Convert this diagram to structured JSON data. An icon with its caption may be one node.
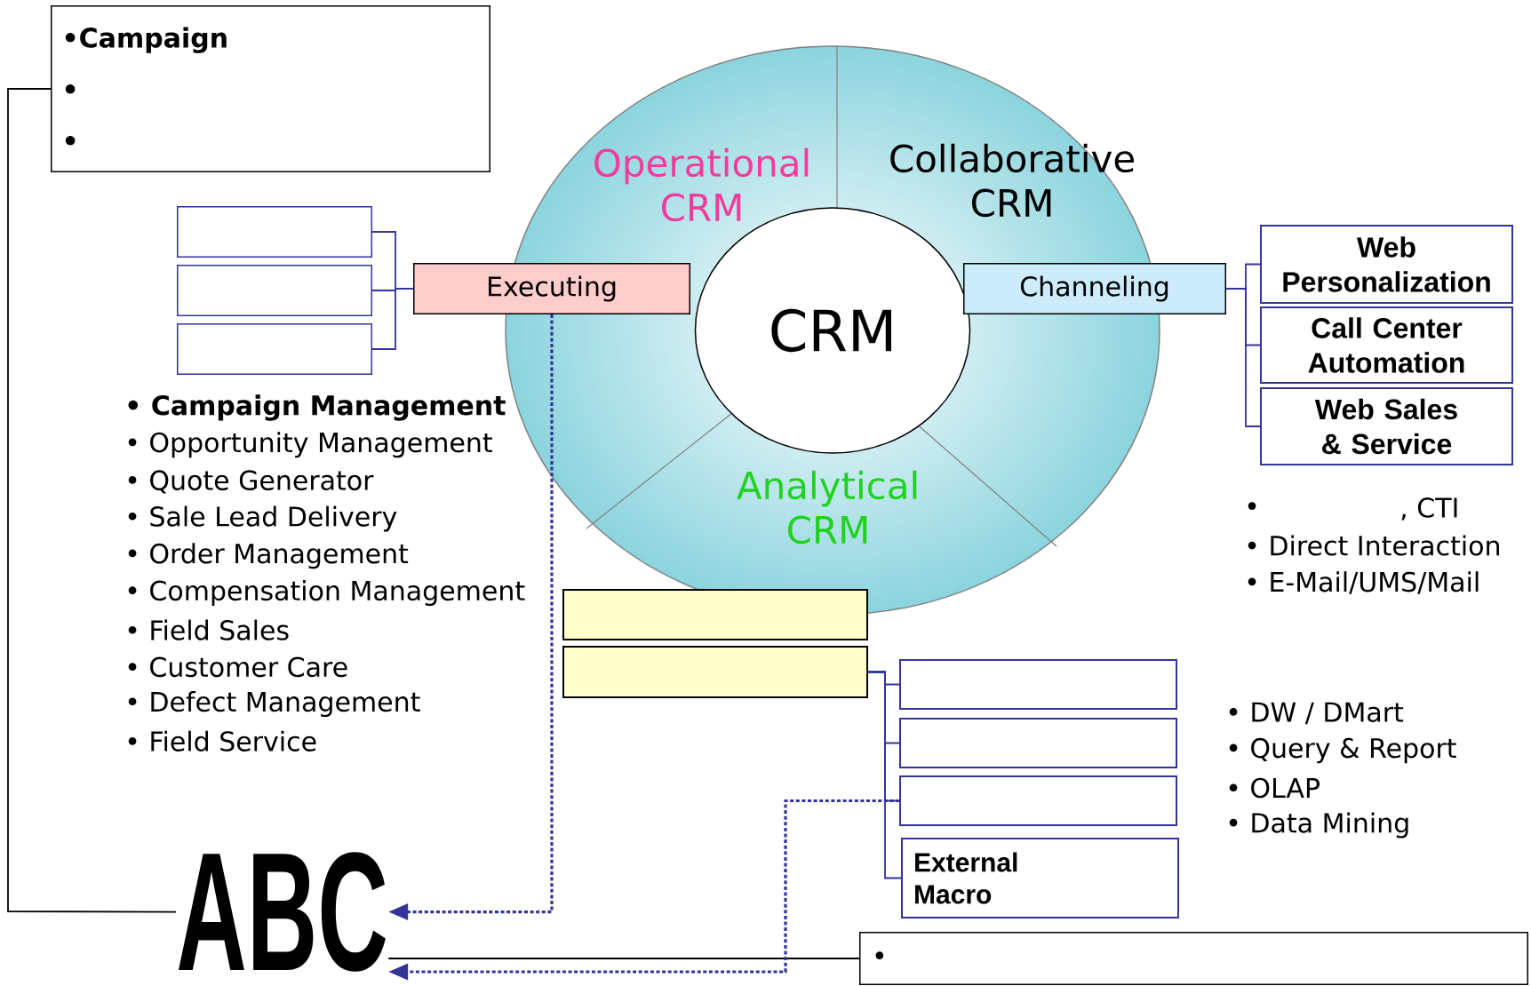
{
  "diagram": {
    "nodes": [
      {
        "text": [
          "•Campaign",
          "•",
          "•"
        ]
      },
      {
        "text": [
          "Operational CRM",
          "Collaborative CRM",
          "Analytical CRM"
        ]
      },
      {
        "text": [
          "CRM"
        ],
        "in": 1
      },
      {
        "text": [],
        "shape": "box"
      },
      {
        "text": [],
        "shape": "box"
      },
      {
        "text": [],
        "shape": "box"
      },
      {
        "text": [
          "Executing"
        ]
      },
      {
        "text": [
          "Channeling"
        ]
      },
      {
        "text": [
          "Web Personalization"
        ]
      },
      {
        "text": [
          "Call Center Automation"
        ]
      },
      {
        "text": [
          "Web Sales & Service"
        ]
      },
      {
        "text": [],
        "shape": "box"
      },
      {
        "text": [],
        "shape": "box"
      },
      {
        "text": [],
        "shape": "box"
      },
      {
        "text": [],
        "shape": "box"
      },
      {
        "text": [],
        "shape": "box"
      },
      {
        "text": [
          "External Macro"
        ]
      },
      {
        "text": [
          "ABC"
        ]
      },
      {
        "text": [
          "•"
        ]
      }
    ],
    "edges": [
      {
        "from": 0,
        "to": 17,
        "arrow": "none",
        "color": "#000000"
      },
      {
        "from": 18,
        "to": 17,
        "arrow": "none",
        "color": "#000000"
      },
      {
        "from": 6,
        "to": 17,
        "arrow": "to",
        "style": "dashed"
      },
      {
        "from": 15,
        "to": 17,
        "arrow": "to",
        "style": "dashed"
      },
      {
        "from": 3,
        "to": 6,
        "arrow": "none"
      },
      {
        "from": 4,
        "to": 6,
        "arrow": "none"
      },
      {
        "from": 5,
        "to": 6,
        "arrow": "none"
      },
      {
        "from": 7,
        "to": 8,
        "arrow": "none"
      },
      {
        "from": 7,
        "to": 9,
        "arrow": "none"
      },
      {
        "from": 7,
        "to": 10,
        "arrow": "none"
      },
      {
        "from": 12,
        "to": 13,
        "arrow": "none"
      },
      {
        "from": 12,
        "to": 14,
        "arrow": "none"
      },
      {
        "from": 12,
        "to": 15,
        "arrow": "none"
      },
      {
        "from": 12,
        "to": 16,
        "arrow": "none"
      }
    ],
    "labels": [
      "• Campaign Management",
      "• Opportunity Management",
      "• Quote Generator",
      "• Sale Lead Delivery",
      "• Order Management",
      "• Compensation Management",
      "• Field Sales",
      "• Customer Care",
      "• Defect Management",
      "• Field Service",
      "•",
      ", CTI",
      "• Direct Interaction",
      "• E-Mail/UMS/Mail",
      "• DW / DMart",
      "• Query & Report",
      "• OLAP",
      "• Data Mining"
    ]
  }
}
